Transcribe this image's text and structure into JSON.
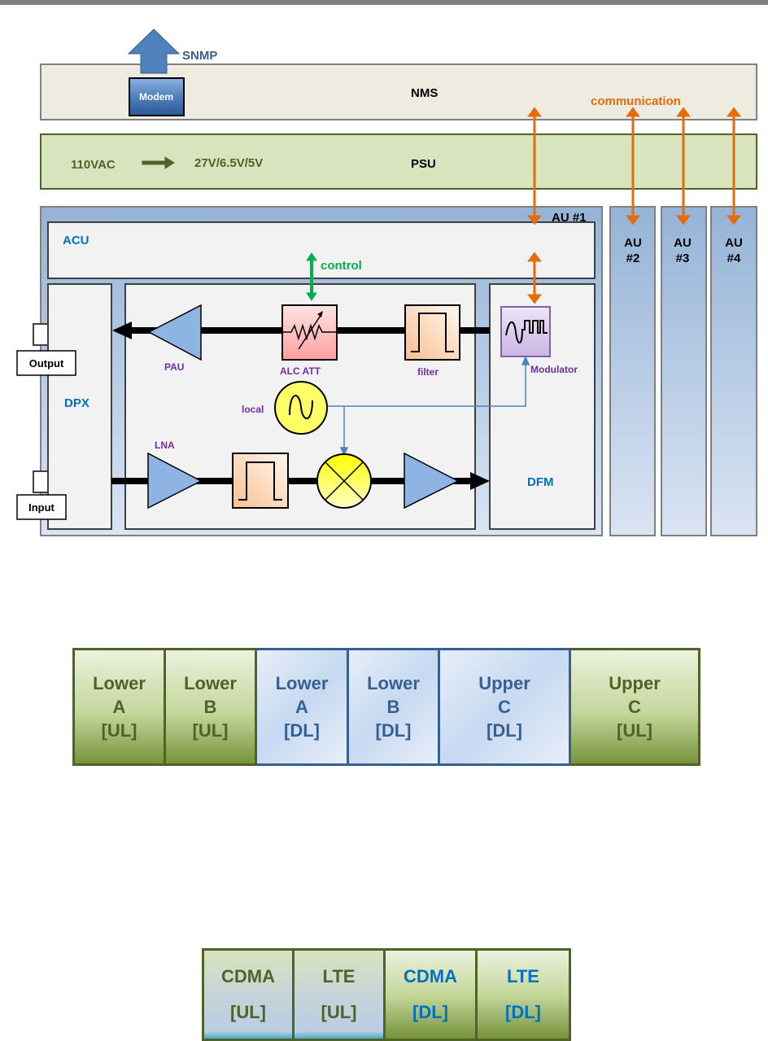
{
  "diagram": {
    "snmp_label": "SNMP",
    "modem_label": "Modem",
    "nms_label": "NMS",
    "communication_label": "communication",
    "psu": {
      "label": "PSU",
      "input": "110VAC",
      "output": "27V/6.5V/5V"
    },
    "au1_label": "AU #1",
    "acu_label": "ACU",
    "control_label": "control",
    "dpx_label": "DPX",
    "dfm_label": "DFM",
    "output_port": "Output",
    "input_port": "Input",
    "components": {
      "pau": "PAU",
      "alc_att": "ALC ATT",
      "filter": "filter",
      "modulator": "Modulator",
      "local": "local",
      "lna": "LNA"
    },
    "other_units": [
      {
        "line1": "AU",
        "line2": "#2"
      },
      {
        "line1": "AU",
        "line2": "#3"
      },
      {
        "line1": "AU",
        "line2": "#4"
      }
    ],
    "colors": {
      "nms_fill": "#eeebe1",
      "psu_fill": "#d7e4bd",
      "psu_border": "#4f6228",
      "au_fill": "#95b3d7",
      "communication": "#e46c0a",
      "control": "#00b050",
      "heading_blue": "#0070c0",
      "component_purple": "#7030a0",
      "amp_fill": "#8eb4e3"
    }
  },
  "band_plan_1": {
    "cells": [
      {
        "lines": [
          "Lower",
          "A",
          "[UL]"
        ],
        "type": "UL"
      },
      {
        "lines": [
          "Lower",
          "B",
          "[UL]"
        ],
        "type": "UL"
      },
      {
        "lines": [
          "Lower",
          "A",
          "[DL]"
        ],
        "type": "DL"
      },
      {
        "lines": [
          "Lower",
          "B",
          "[DL]"
        ],
        "type": "DL"
      },
      {
        "lines": [
          "Upper",
          "C",
          "[DL]"
        ],
        "type": "DL"
      },
      {
        "lines": [
          "Upper",
          "C",
          "[UL]"
        ],
        "type": "UL"
      }
    ]
  },
  "band_plan_2": {
    "cells": [
      {
        "lines": [
          "CDMA",
          "[UL]"
        ],
        "type": "UL"
      },
      {
        "lines": [
          "LTE",
          "[UL]"
        ],
        "type": "UL"
      },
      {
        "lines": [
          "CDMA",
          "[DL]"
        ],
        "type": "DL"
      },
      {
        "lines": [
          "LTE",
          "[DL]"
        ],
        "type": "DL"
      }
    ]
  }
}
